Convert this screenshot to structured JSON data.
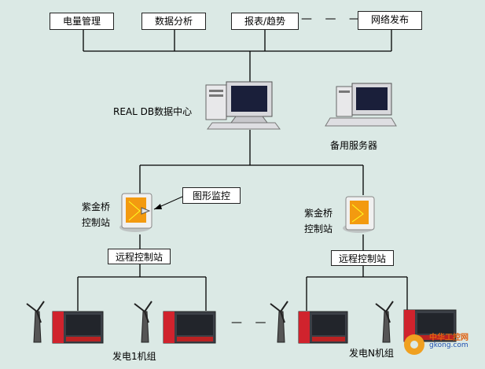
{
  "top_boxes": [
    "电量管理",
    "数据分析",
    "报表/趋势",
    "网络发布"
  ],
  "dash_between_top": "— — —",
  "center_label": "REAL DB数据中心",
  "backup_label": "备用服务器",
  "station_left_label_1": "紫金桥",
  "station_left_label_2": "控制站",
  "station_right_label_1": "紫金桥",
  "station_right_label_2": "控制站",
  "monitor_label": "图形监控",
  "remote_left": "远程控制站",
  "remote_right": "远程控制站",
  "dash_between_units": "— —",
  "unit_left_label": "发电1机组",
  "unit_right_label": "发电N机组",
  "watermark": "中华工控网",
  "watermark_url": "gkong.com",
  "colors": {
    "background": "#dbe9e5",
    "line": "#000000"
  }
}
